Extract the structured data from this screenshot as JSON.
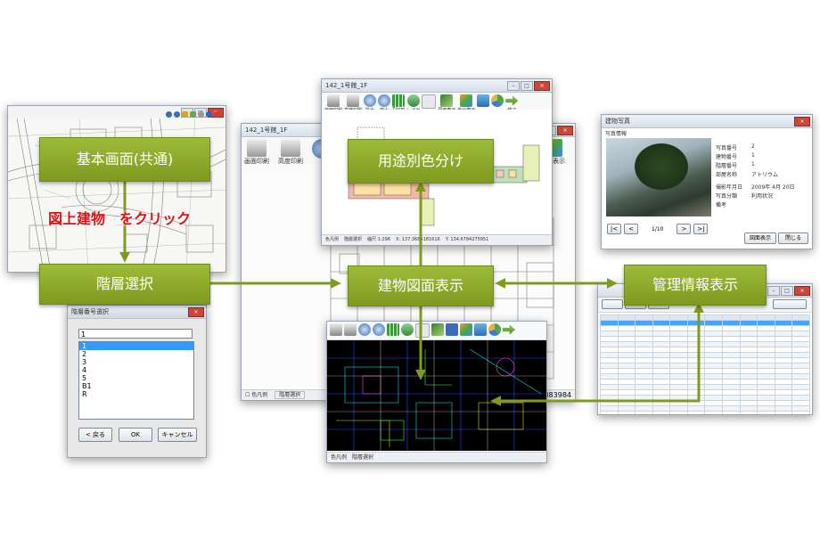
{
  "boxes": {
    "basic_screen": "基本画面(共通)",
    "floor_select": "階層選択",
    "building_drawing": "建物図面表示",
    "usage_color": "用途別色分け",
    "management_info": "管理情報表示"
  },
  "annotation": "図上建物　をクリック",
  "dialog": {
    "title": "階層番号選択",
    "input_value": "1",
    "floors": [
      "1",
      "2",
      "3",
      "4",
      "5",
      "B1",
      "R"
    ],
    "selected_index": 0,
    "back_button": "< 戻る",
    "ok_button": "OK",
    "cancel_button": "キャンセル"
  },
  "main_window": {
    "title": "142_1号館_1F",
    "toolbar": [
      "画面印刷",
      "高度印刷",
      "色分表示"
    ],
    "status_left": "色凡例",
    "status_tab": "階層選択",
    "coord": "119.1014883984"
  },
  "usage_window": {
    "title": "142_1号館_1F",
    "toolbar": [
      "画面印刷",
      "高度印刷",
      "拡大",
      "縮小",
      "Zoom",
      "レイヤ",
      "",
      "図面表示",
      "色分表示",
      "",
      "",
      "終了"
    ],
    "status": [
      "色凡例",
      "階層選択",
      "縮尺 1:296",
      "X: 137.3685181616",
      "Y: 134.6784275951"
    ]
  },
  "cad_window": {
    "status": [
      "色凡例",
      "階層選択"
    ]
  },
  "photo_window": {
    "title": "建物写真",
    "subtitle": "写真情報",
    "fields": [
      {
        "label": "写真番号",
        "value": "2"
      },
      {
        "label": "建物番号",
        "value": "1"
      },
      {
        "label": "階層番号",
        "value": "1"
      },
      {
        "label": "部屋名称",
        "value": "アトリウム"
      },
      {
        "label": "撮影年月日",
        "value": "2009年 4月 20日"
      },
      {
        "label": "写真分類",
        "value": "利用状況"
      },
      {
        "label": "備考",
        "value": ""
      }
    ],
    "pager": "1/10",
    "buttons": [
      "図面表示",
      "閉じる"
    ]
  },
  "table_window": {
    "rows": 24
  },
  "colors": {
    "green": "#8aa82a",
    "arrow": "#7f9b1e",
    "annotation_red": "#e01010",
    "selection_blue": "#3399ff"
  }
}
